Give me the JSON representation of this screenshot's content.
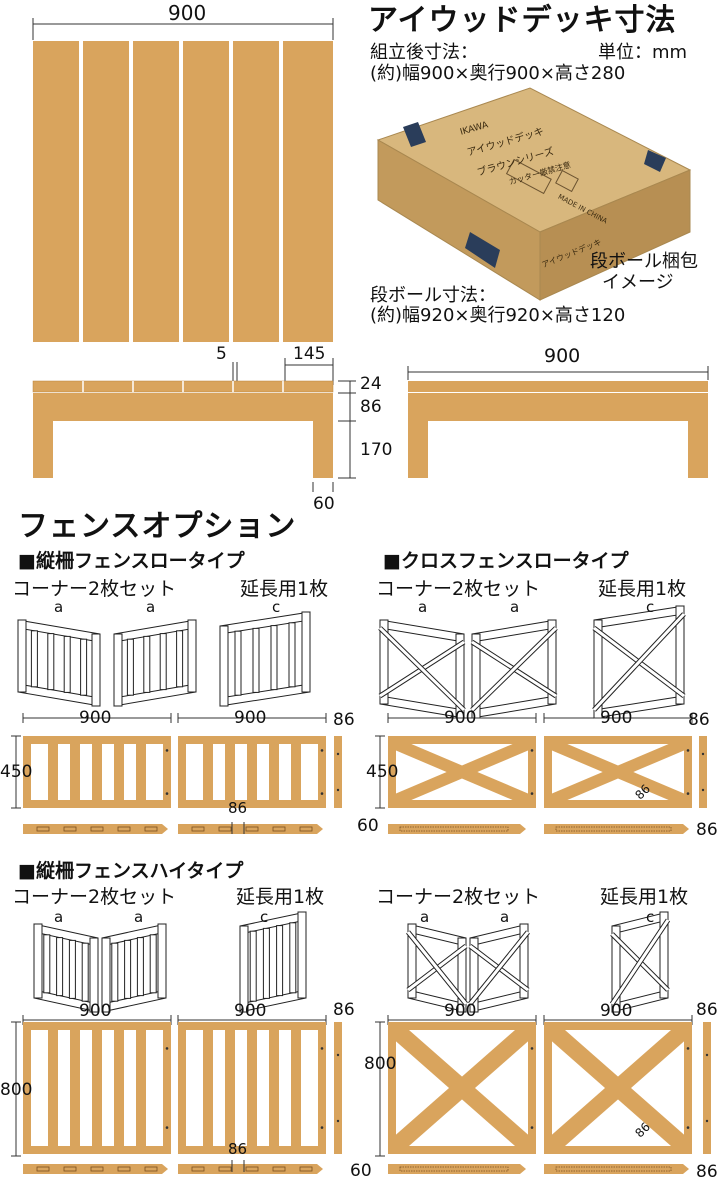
{
  "colors": {
    "wood": "#d9a45d",
    "wood_edge": "#b9823c",
    "light_wood": "#e8b87a",
    "line": "#333333",
    "box_side": "#c49f62",
    "box_top": "#d6b47a"
  },
  "deck": {
    "title": "アイウッドデッキ寸法",
    "assembled_label": "組立後寸法：",
    "unit_label": "単位：mm",
    "assembled_dims": "(約)幅900×奥行900×高さ280",
    "top_width": "900",
    "board_gap": "5",
    "board_width": "145",
    "side_width": "900",
    "h_board": "24",
    "h_frame": "86",
    "h_leg": "170",
    "leg_width": "60",
    "package_caption_line1": "段ボール梱包",
    "package_caption_line2": "イメージ",
    "carton_label": "段ボール寸法：",
    "carton_dims": "(約)幅920×奥行920×高さ120"
  },
  "box": {
    "brand": "IKAWA",
    "product": "アイウッドデッキ",
    "series": "ブラウンシリーズ",
    "caution": "カッター厳禁注意",
    "made_in": "MADE IN CHINA",
    "side_text": "アイウッドデッキ"
  },
  "fence": {
    "title": "フェンスオプション",
    "sections": [
      {
        "heading": "■縦柵フェンスロータイプ",
        "corner_label": "コーナー2枚セット",
        "ext_label": "延長用1枚",
        "part_a": "a",
        "part_c": "c",
        "w1": "900",
        "w2": "900",
        "thick": "86",
        "height": "450",
        "post": "86"
      },
      {
        "heading": "■クロスフェンスロータイプ",
        "corner_label": "コーナー2枚セット",
        "ext_label": "延長用1枚",
        "part_a": "a",
        "part_c": "c",
        "w1": "900",
        "w2": "900",
        "thick": "86",
        "height": "450",
        "bar": "86",
        "base_h": "60",
        "base_r": "86"
      },
      {
        "heading": "■縦柵フェンスハイタイプ",
        "corner_label": "コーナー2枚セット",
        "ext_label": "延長用1枚",
        "part_a": "a",
        "part_c": "c",
        "w1": "900",
        "w2": "900",
        "thick": "86",
        "height": "800",
        "post": "86"
      },
      {
        "heading": "",
        "corner_label": "コーナー2枚セット",
        "ext_label": "延長用1枚",
        "part_a": "a",
        "part_c": "c",
        "w1": "900",
        "w2": "900",
        "thick": "86",
        "height": "800",
        "bar": "86",
        "base_h": "60",
        "base_r": "86"
      }
    ]
  }
}
